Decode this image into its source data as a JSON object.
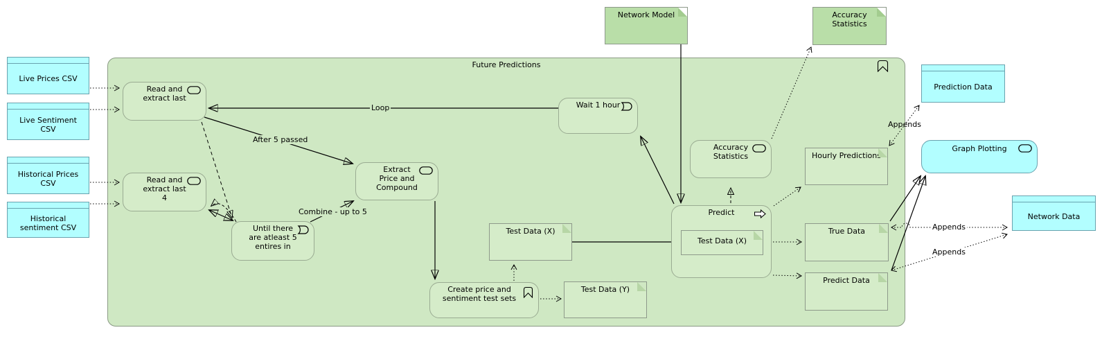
{
  "title": "Future Predictions",
  "colors": {
    "group_fill": "#cfe8c3",
    "node_fill": "#d5ecc9",
    "external_artifact_fill": "#b9dea8",
    "data_object_fill": "#b2feff",
    "connector": "#000000"
  },
  "nodes": {
    "live_prices_csv": {
      "type": "data-object",
      "label": "Live Prices CSV"
    },
    "live_sentiment_csv": {
      "type": "data-object",
      "label": "Live Sentiment\nCSV"
    },
    "historical_prices_csv": {
      "type": "data-object",
      "label": "Historical Prices\nCSV"
    },
    "historical_sentiment_csv": {
      "type": "data-object",
      "label": "Historical\nsentiment CSV"
    },
    "read_extract_last": {
      "type": "service",
      "label": "Read and\nextract last"
    },
    "read_extract_last_4": {
      "type": "service",
      "label": "Read and\nextract last\n4"
    },
    "until_5": {
      "type": "event",
      "label": "Until there\nare atleast 5\nentires in"
    },
    "extract_price_compound": {
      "type": "service",
      "label": "Extract\nPrice and\nCompound"
    },
    "wait_1_hour": {
      "type": "event",
      "label": "Wait 1 hour"
    },
    "accuracy_statistics_service": {
      "type": "service",
      "label": "Accuracy\nStatistics"
    },
    "predict": {
      "type": "process",
      "label": "Predict"
    },
    "test_data_x_inner": {
      "type": "artifact",
      "label": "Test Data (X)"
    },
    "create_test_sets": {
      "type": "collapsed-process",
      "label": "Create price and\nsentiment test sets"
    },
    "test_data_x": {
      "type": "artifact",
      "label": "Test Data (X)"
    },
    "test_data_y": {
      "type": "artifact",
      "label": "Test Data (Y)"
    },
    "hourly_predictions": {
      "type": "artifact",
      "label": "Hourly Predictions"
    },
    "true_data": {
      "type": "artifact",
      "label": "True Data"
    },
    "predict_data": {
      "type": "artifact",
      "label": "Predict Data"
    },
    "network_model": {
      "type": "artifact",
      "label": "Network Model"
    },
    "accuracy_statistics_artifact": {
      "type": "artifact",
      "label": "Accuracy\nStatistics"
    },
    "prediction_data": {
      "type": "data-object",
      "label": "Prediction Data"
    },
    "graph_plotting": {
      "type": "application-service",
      "label": "Graph Plotting"
    },
    "network_data": {
      "type": "data-object",
      "label": "Network Data"
    }
  },
  "edge_labels": {
    "loop": "Loop",
    "after_5_passed": "After 5 passed",
    "combine_up_to_5": "Combine - up to 5",
    "appends_prediction": "Appends",
    "appends_true": "Appends",
    "appends_predict": "Appends"
  }
}
